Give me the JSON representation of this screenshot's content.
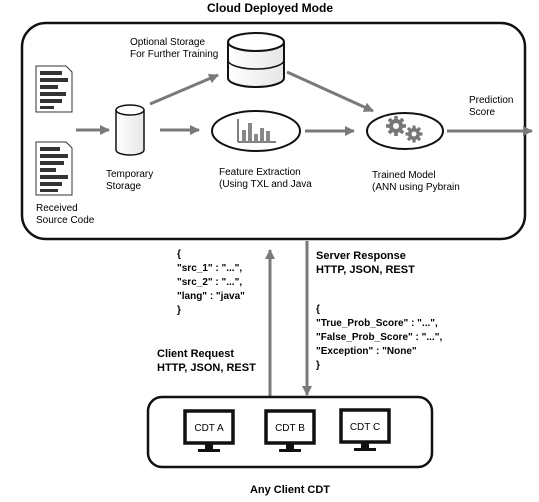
{
  "diagram": {
    "title": "Cloud Deployed Mode",
    "footer": "Any Client CDT",
    "cloud": {
      "optional_storage": [
        "Optional Storage",
        "For Further Training"
      ],
      "received_source": [
        "Received",
        "Source Code"
      ],
      "temporary_storage": [
        "Temporary",
        "Storage"
      ],
      "feature_extraction": [
        "Feature Extraction",
        "(Using TXL and Java"
      ],
      "trained_model": [
        "Trained Model",
        "(ANN using Pybrain"
      ],
      "prediction": [
        "Prediction",
        "Score"
      ]
    },
    "client_request": {
      "json_lines": [
        "{",
        "\"src_1\" : \"...\",",
        "\"src_2\" : \"...\",",
        "\"lang\" : \"java\"",
        "}"
      ],
      "title": "Client Request",
      "protocols": "HTTP, JSON, REST"
    },
    "server_response": {
      "title": "Server Response",
      "protocols": "HTTP, JSON, REST",
      "json_lines": [
        "{",
        "\"True_Prob_Score\" : \"...\",",
        "\"False_Prob_Score\" : \"...\",",
        "\"Exception\" : \"None\"",
        "}"
      ]
    },
    "clients": [
      "CDT A",
      "CDT B",
      "CDT C"
    ]
  }
}
